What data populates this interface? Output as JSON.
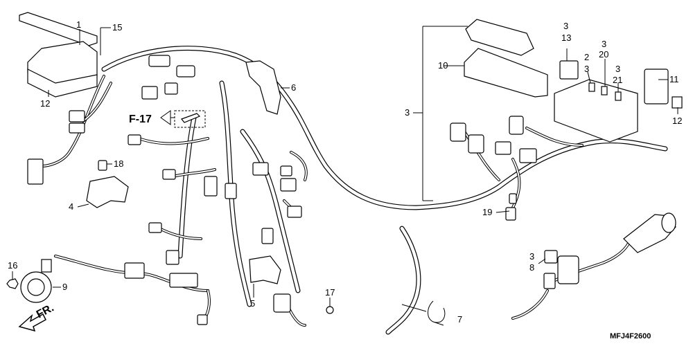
{
  "diagram": {
    "figure_code": "MFJ4F2600",
    "ref_label": "F-17",
    "direction_label": "FR.",
    "callouts": {
      "c1": "1",
      "c15": "15",
      "c12a": "12",
      "c6": "6",
      "c10": "10",
      "c3main": "3",
      "c3_13": "3",
      "c13": "13",
      "c2": "2",
      "c3_2": "3",
      "c3_20": "3",
      "c20": "20",
      "c3_21": "3",
      "c21": "21",
      "c11": "11",
      "c12b": "12",
      "c18": "18",
      "c4": "4",
      "c19": "19",
      "c16": "16",
      "c9": "9",
      "c5": "5",
      "c17": "17",
      "c7": "7",
      "c3_8": "3",
      "c8": "8"
    }
  }
}
